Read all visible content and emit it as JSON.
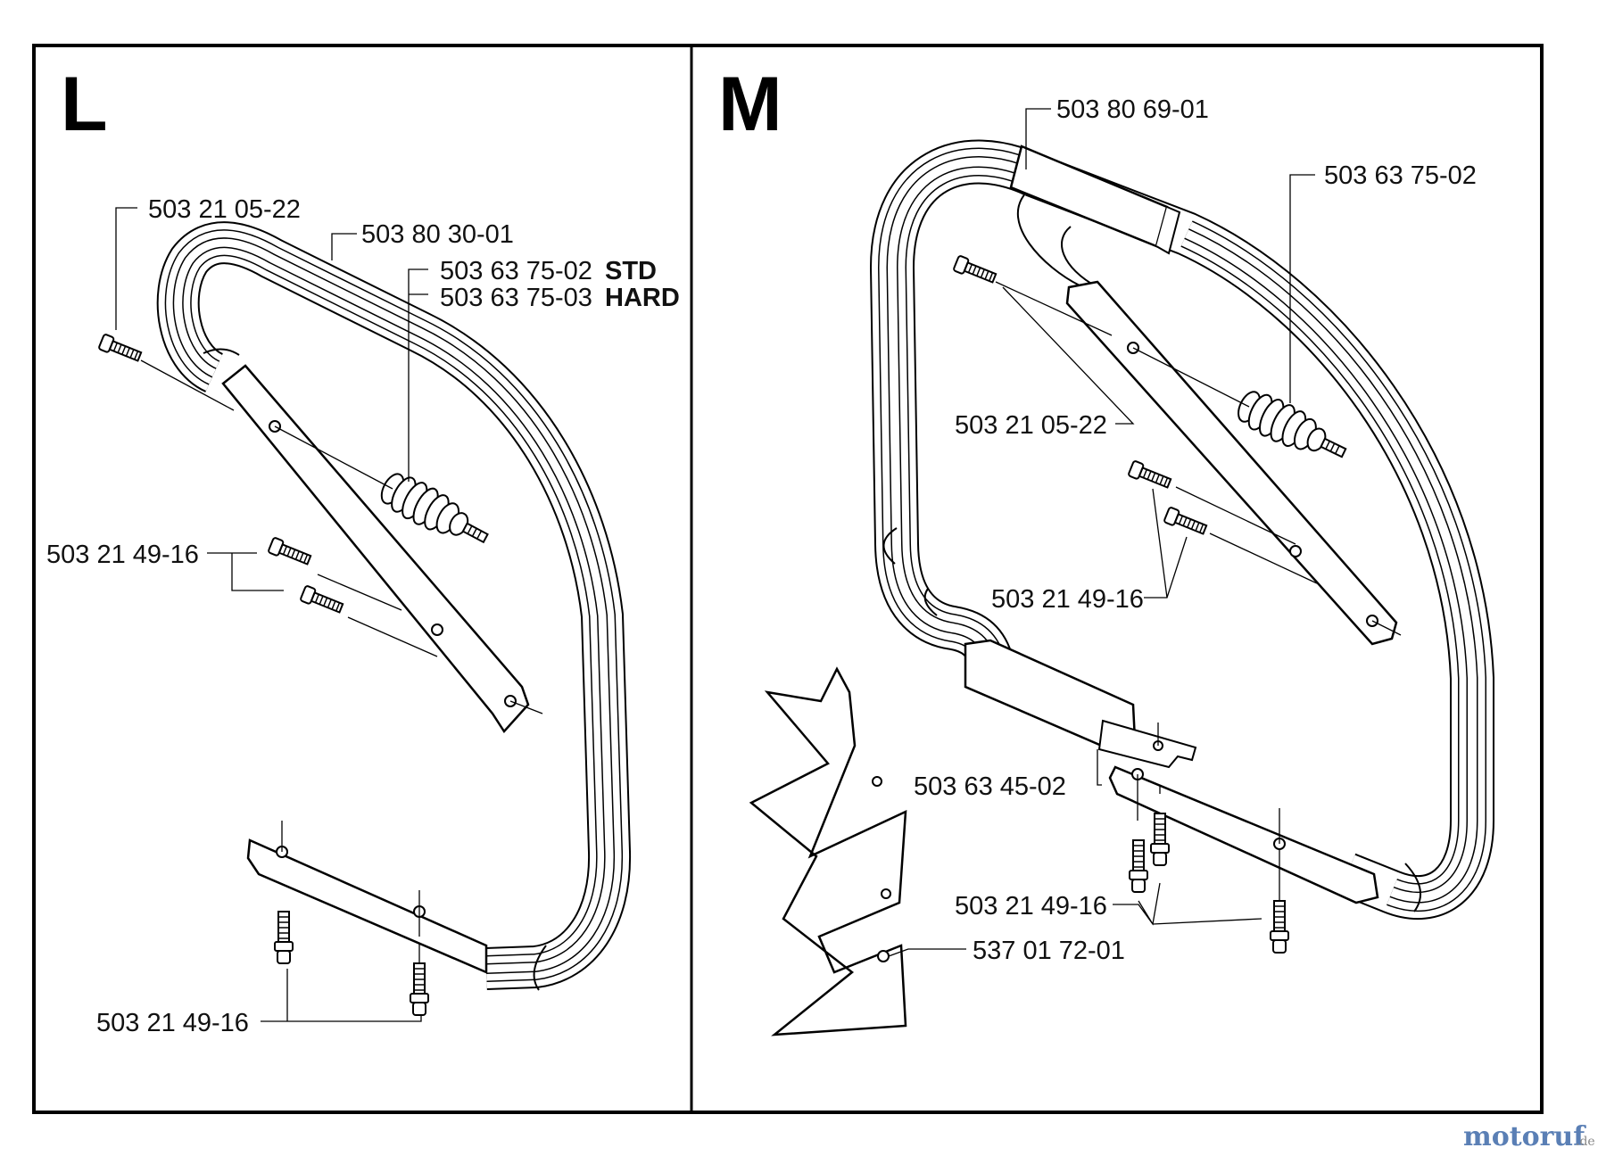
{
  "panels": [
    {
      "letter": "L",
      "labels": {
        "screw_top": "503 21 05-22",
        "handle": "503 80 30-01",
        "av_std_num": "503 63 75-02",
        "av_std_tag": "STD",
        "av_hard_num": "503 63 75-03",
        "av_hard_tag": "HARD",
        "screws_mid": "503 21 49-16",
        "screws_bottom": "503 21 49-16"
      }
    },
    {
      "letter": "M",
      "labels": {
        "handle": "503 80 69-01",
        "av": "503 63 75-02",
        "screw_top": "503 21 05-22",
        "screws_mid": "503 21 49-16",
        "bracket": "503 63 45-02",
        "screws_bottom": "503 21 49-16",
        "spike": "537 01 72-01"
      }
    }
  ],
  "watermark": {
    "main": "motoruf",
    "suffix": ".de"
  }
}
